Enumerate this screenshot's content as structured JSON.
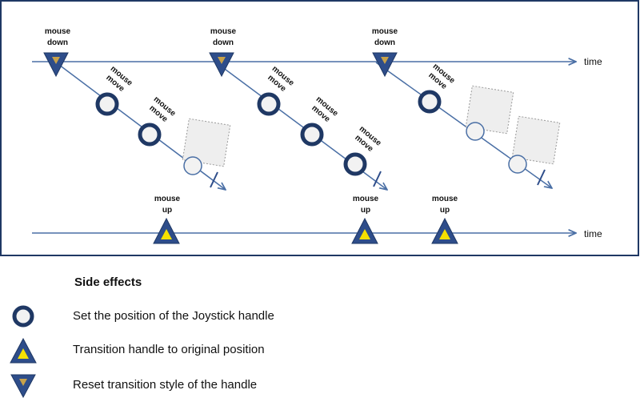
{
  "diagram": {
    "time_label_top": "time",
    "time_label_bottom": "time",
    "events": {
      "mouse_down": [
        "mouse",
        "down"
      ],
      "mouse_move": [
        "mouse",
        "move"
      ],
      "mouse_up": [
        "mouse",
        "up"
      ]
    }
  },
  "legend": {
    "title": "Side effects",
    "items": [
      {
        "icon": "circle-icon",
        "text": "Set the position of the Joystick handle"
      },
      {
        "icon": "triangle-up-icon",
        "text": "Transition handle to original position"
      },
      {
        "icon": "triangle-down-icon",
        "text": "Reset transition style of the handle"
      }
    ]
  },
  "colors": {
    "frame": "#1f3864",
    "line": "#4a6fa5",
    "marker_fill": "#2e4d8a",
    "circle_inner": "#f2f2f2",
    "triangle_center": "#f5e000",
    "dotted_box": "#999999"
  }
}
